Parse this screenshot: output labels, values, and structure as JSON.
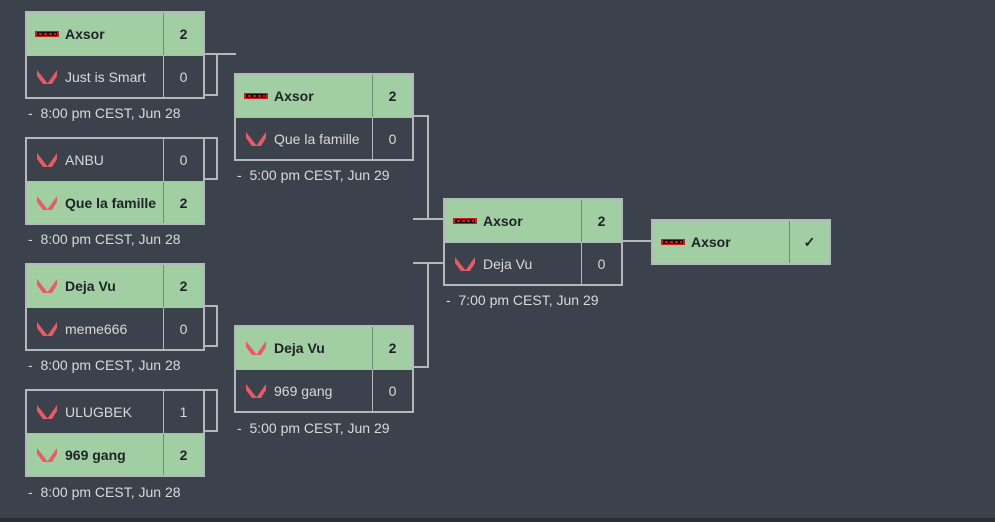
{
  "logos": {
    "axsor_color": "#c81e1e",
    "valorant_color": "#e85a66"
  },
  "round1": [
    {
      "teams": [
        {
          "name": "Axsor",
          "score": "2",
          "logo": "axsor-logo",
          "winner": true
        },
        {
          "name": "Just is Smart",
          "score": "0",
          "logo": "valorant-icon",
          "winner": false
        }
      ],
      "time": "8:00 pm CEST, Jun 28"
    },
    {
      "teams": [
        {
          "name": "ANBU",
          "score": "0",
          "logo": "valorant-icon",
          "winner": false
        },
        {
          "name": "Que la famille",
          "score": "2",
          "logo": "valorant-icon",
          "winner": true
        }
      ],
      "time": "8:00 pm CEST, Jun 28"
    },
    {
      "teams": [
        {
          "name": "Deja Vu",
          "score": "2",
          "logo": "valorant-icon",
          "winner": true
        },
        {
          "name": "meme666",
          "score": "0",
          "logo": "valorant-icon",
          "winner": false
        }
      ],
      "time": "8:00 pm CEST, Jun 28"
    },
    {
      "teams": [
        {
          "name": "ULUGBEK",
          "score": "1",
          "logo": "valorant-icon",
          "winner": false
        },
        {
          "name": "969 gang",
          "score": "2",
          "logo": "valorant-icon",
          "winner": true
        }
      ],
      "time": "8:00 pm CEST, Jun 28"
    }
  ],
  "round2": [
    {
      "teams": [
        {
          "name": "Axsor",
          "score": "2",
          "logo": "axsor-logo",
          "winner": true
        },
        {
          "name": "Que la famille",
          "score": "0",
          "logo": "valorant-icon",
          "winner": false
        }
      ],
      "time": "5:00 pm CEST, Jun 29"
    },
    {
      "teams": [
        {
          "name": "Deja Vu",
          "score": "2",
          "logo": "valorant-icon",
          "winner": true
        },
        {
          "name": "969 gang",
          "score": "0",
          "logo": "valorant-icon",
          "winner": false
        }
      ],
      "time": "5:00 pm CEST, Jun 29"
    }
  ],
  "final": {
    "teams": [
      {
        "name": "Axsor",
        "score": "2",
        "logo": "axsor-logo",
        "winner": true
      },
      {
        "name": "Deja Vu",
        "score": "0",
        "logo": "valorant-icon",
        "winner": false
      }
    ],
    "time": "7:00 pm CEST, Jun 29"
  },
  "champion": {
    "name": "Axsor",
    "mark": "✓",
    "logo": "axsor-logo"
  },
  "time_prefix": "-"
}
